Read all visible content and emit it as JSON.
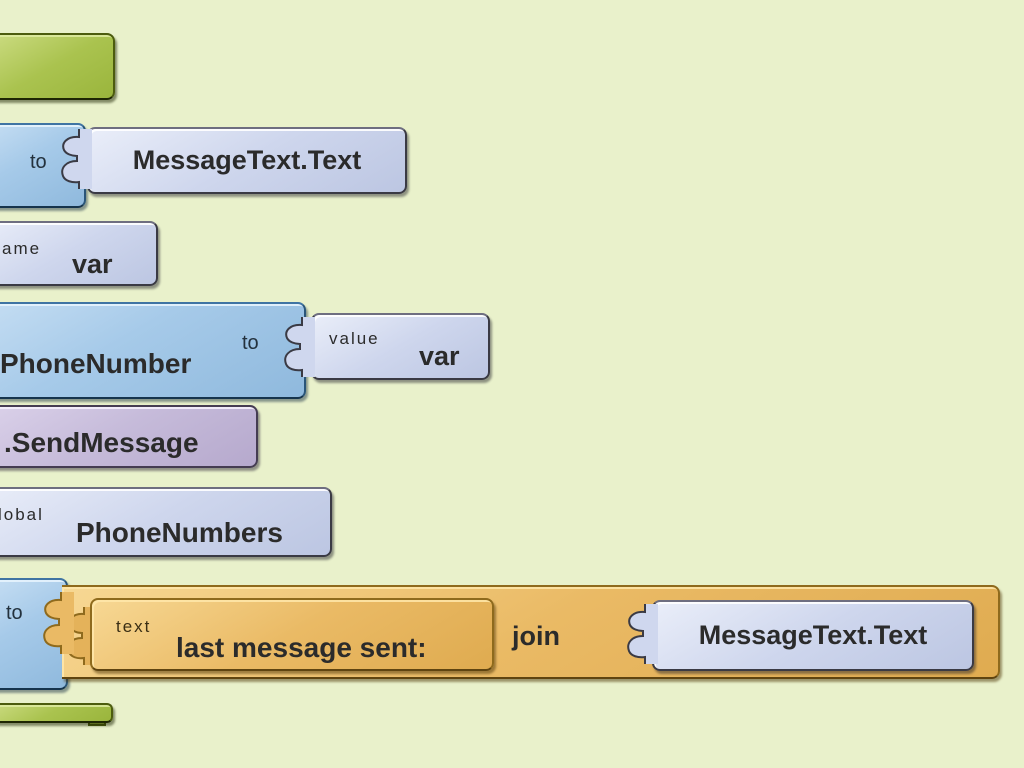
{
  "workspace": {
    "background_color": "#e9f1cb"
  },
  "palette": {
    "event_green": "#aac34f",
    "setter_blue": "#a6cae9",
    "argument_lavender": "#ced6ed",
    "call_purple": "#c6bbda",
    "text_orange": "#eaba65",
    "label_color": "#2b2b2b"
  },
  "blocks": {
    "set_messagetext": {
      "param": "to",
      "argument": "MessageText.Text"
    },
    "name_var": {
      "prefix": "ame",
      "name": "var"
    },
    "set_phonenumber": {
      "target": "PhoneNumber",
      "param": "to",
      "value_prefix": "value",
      "value_name": "var"
    },
    "call_sendmessage": {
      "label": ".SendMessage"
    },
    "global_var": {
      "prefix": "lobal",
      "name": "PhoneNumbers"
    },
    "join_group": {
      "param": "to",
      "text_prefix": "text",
      "text_value": "last message sent:",
      "join_label": "join",
      "argument": "MessageText.Text"
    }
  }
}
